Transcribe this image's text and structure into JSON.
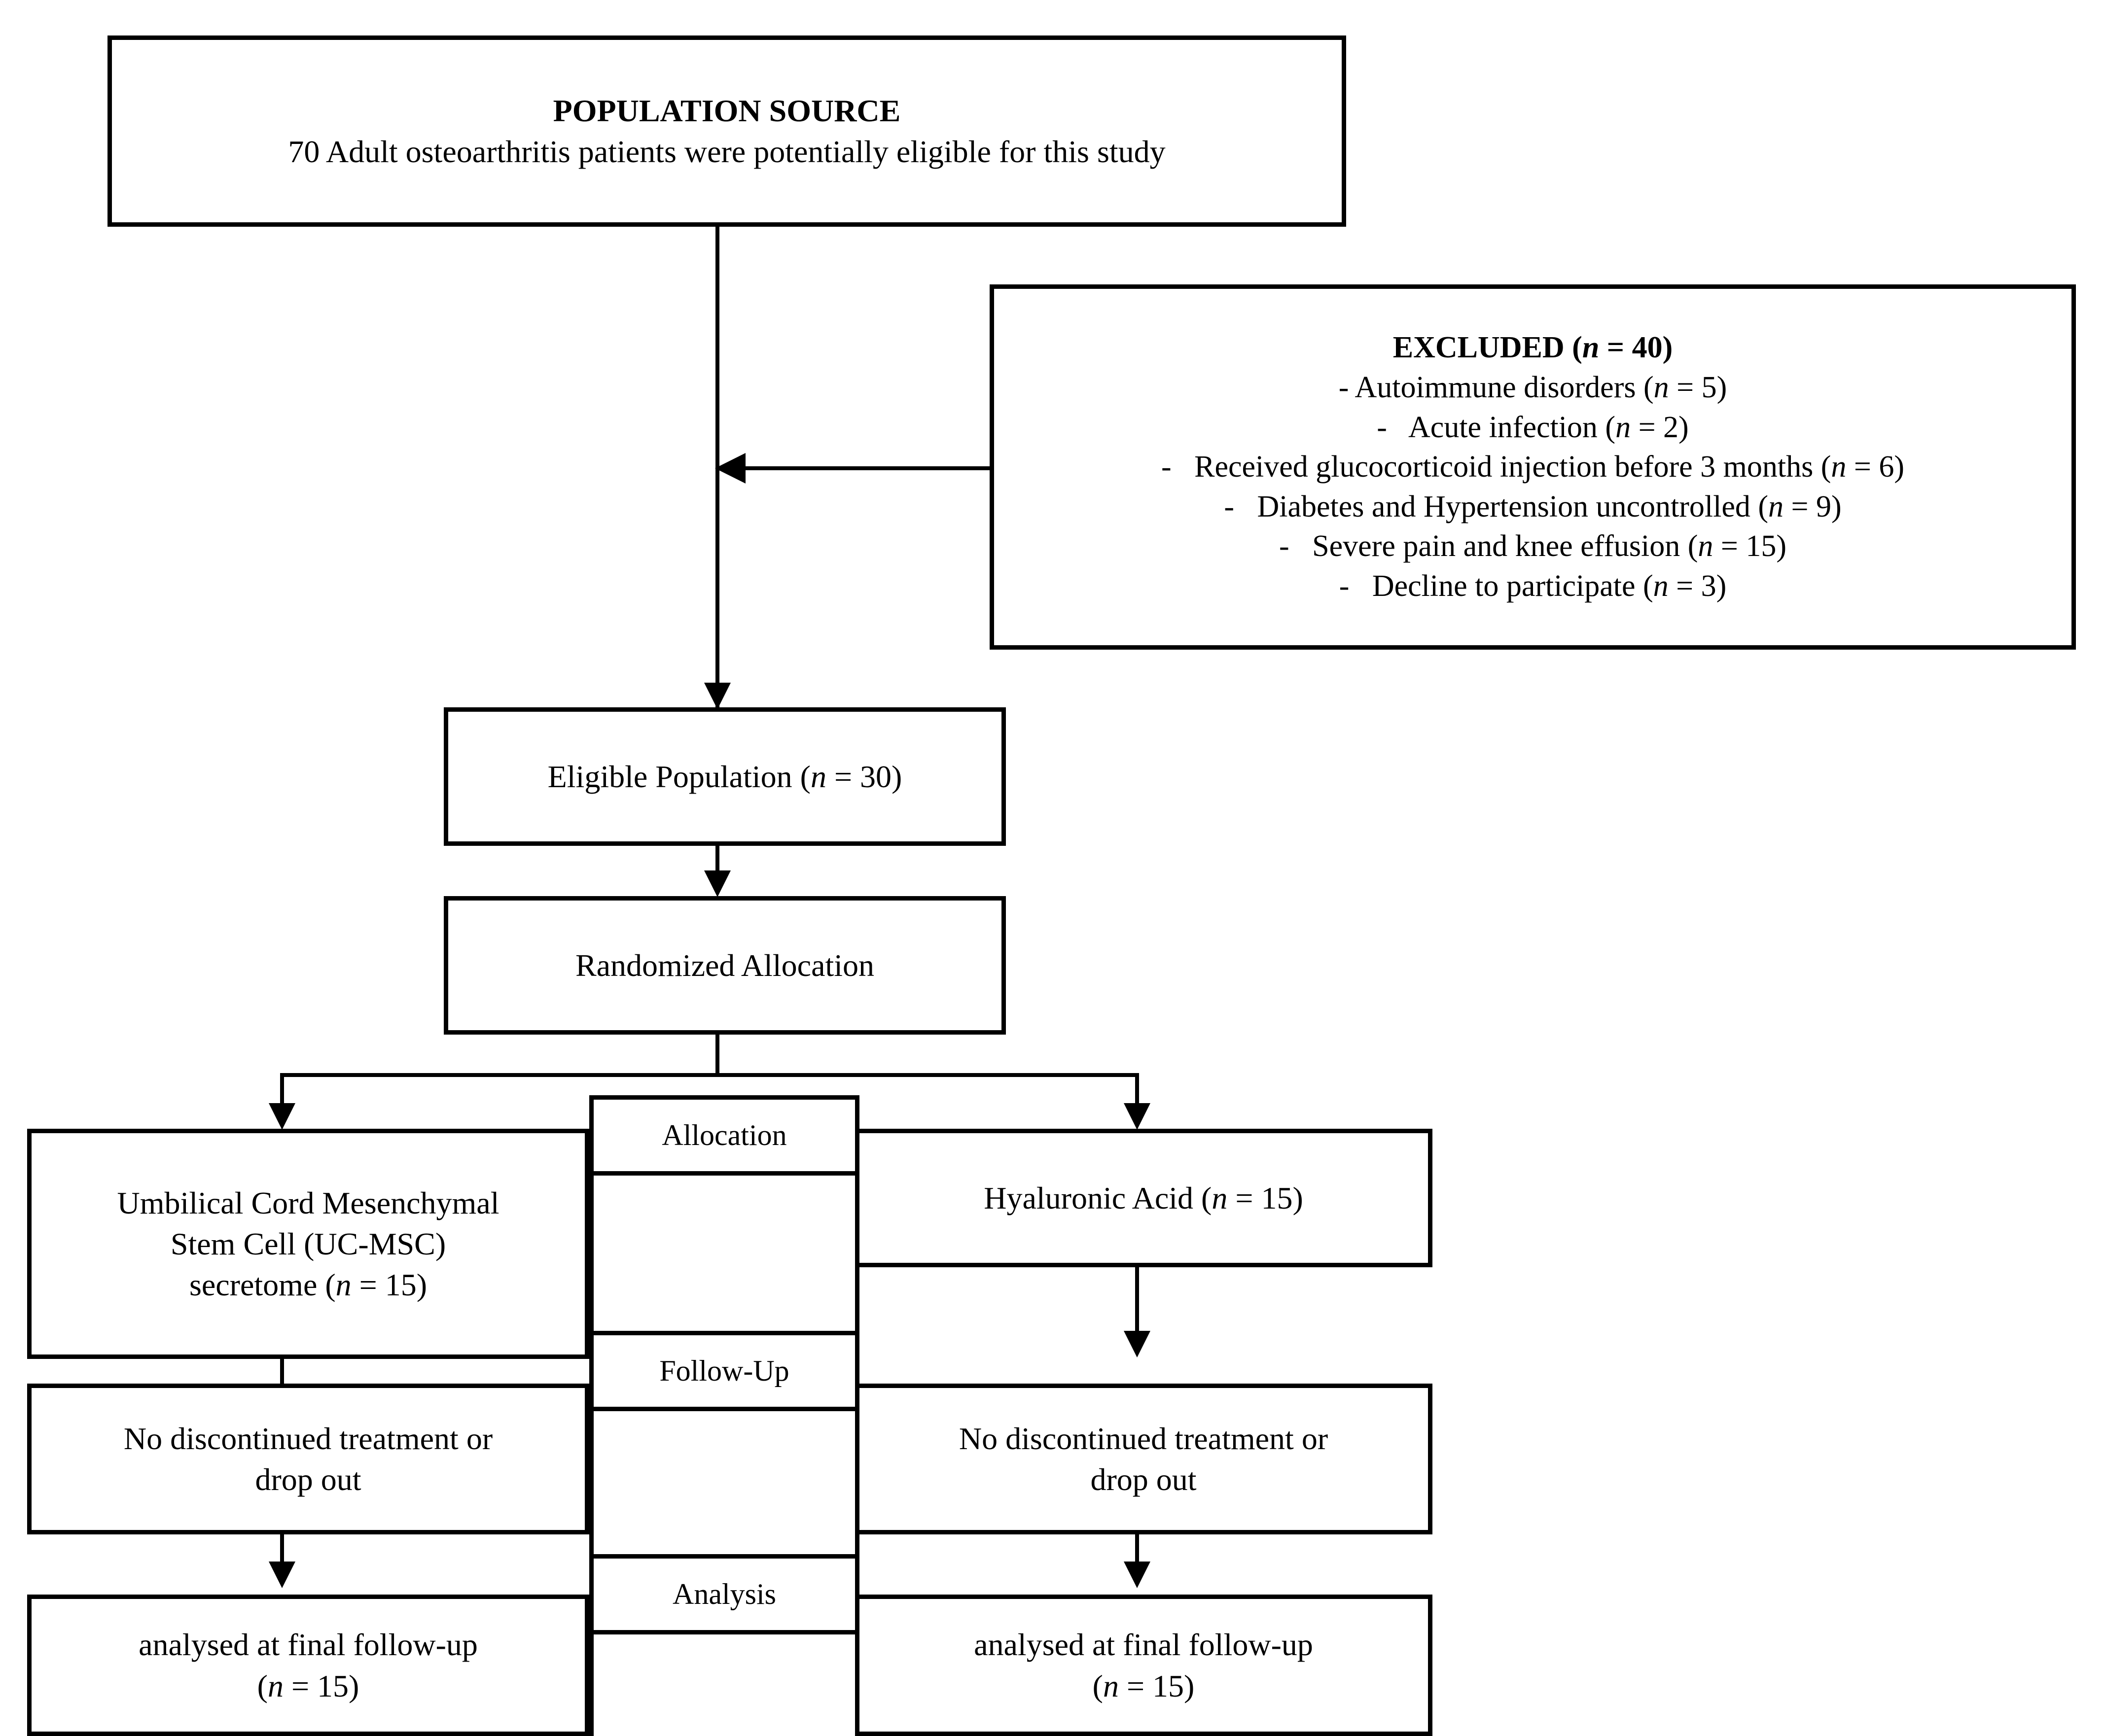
{
  "figure": {
    "type": "consort-flow-diagram",
    "colors": {
      "line": "#000000",
      "background": "#ffffff",
      "text": "#000000"
    }
  },
  "population_source": {
    "title": "POPULATION SOURCE",
    "detail": "70 Adult osteoarthritis patients were potentially eligible for this study"
  },
  "excluded": {
    "title_prefix": "EXCLUDED (",
    "title_n": "n",
    "title_eq": " = 40)",
    "items": [
      {
        "bullet": "-",
        "text": "Autoimmune disorders (",
        "n": "n",
        "value": " = 5)"
      },
      {
        "bullet": "-",
        "text": "Acute infection (",
        "n": "n",
        "value": " = 2)"
      },
      {
        "bullet": "-",
        "text": "Received glucocorticoid injection before 3 months (",
        "n": "n",
        "value": " = 6)"
      },
      {
        "bullet": "-",
        "text": "Diabetes and Hypertension uncontrolled (",
        "n": "n",
        "value": " = 9)"
      },
      {
        "bullet": "-",
        "text": "Severe pain and knee effusion (",
        "n": "n",
        "value": " = 15)"
      },
      {
        "bullet": "-",
        "text": "Decline to participate (",
        "n": "n",
        "value": " = 3)"
      }
    ]
  },
  "eligible": {
    "text": "Eligible Population (",
    "n": "n",
    "value": " = 30)"
  },
  "randomization": {
    "text": "Randomized Allocation"
  },
  "stage_labels": {
    "allocation": "Allocation",
    "follow_up": "Follow-Up",
    "analysis": "Analysis"
  },
  "arms": {
    "intervention": {
      "allocation_line1": "Umbilical Cord Mesenchymal",
      "allocation_line2": "Stem Cell (UC-MSC)",
      "allocation_line3_text": "secretome (",
      "allocation_line3_n": "n",
      "allocation_line3_value": " = 15)",
      "followup_line1": "No discontinued treatment or",
      "followup_line2": "drop out",
      "analysis_line1": "analysed at final follow-up",
      "analysis_line2_open": "(",
      "analysis_line2_n": "n",
      "analysis_line2_value": " = 15)"
    },
    "comparator": {
      "allocation_text": "Hyaluronic Acid (",
      "allocation_n": "n",
      "allocation_value": " = 15)",
      "followup_line1": "No discontinued treatment or",
      "followup_line2": "drop out",
      "analysis_line1": "analysed at final follow-up",
      "analysis_line2_open": "(",
      "analysis_line2_n": "n",
      "analysis_line2_value": " = 15)"
    }
  }
}
